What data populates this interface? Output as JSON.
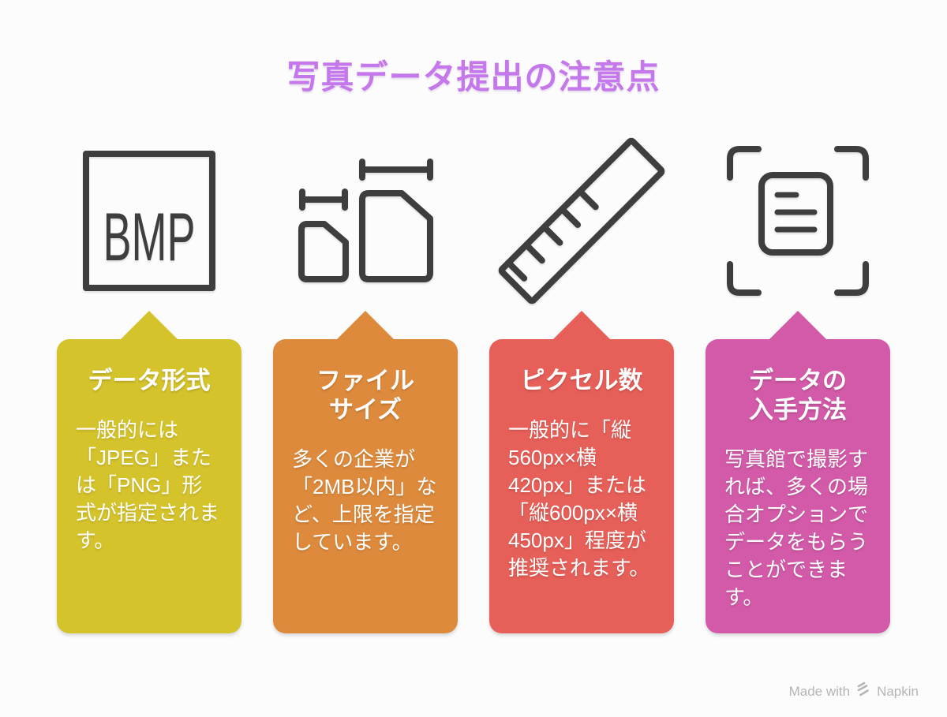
{
  "background_color": "#fcfcfc",
  "title": {
    "text": "写真データ提出の注意点",
    "color": "#c478eb"
  },
  "icon_color": "#3e3e3e",
  "columns": [
    {
      "name": "data-format",
      "icon": "bmp-image-format-icon",
      "icon_text": "BMP",
      "color": "#d5c32c",
      "heading": "データ形式",
      "body": "一般的には「JPEG」または「PNG」形式が指定されます。"
    },
    {
      "name": "file-size",
      "icon": "file-size-compare-icon",
      "color": "#dd8a3c",
      "heading": "ファイル\nサイズ",
      "body": "多くの企業が「2MB以内」など、上限を指定しています。"
    },
    {
      "name": "pixel-count",
      "icon": "ruler-icon",
      "color": "#e65f58",
      "heading": "ピクセル数",
      "body": "一般的に「縦560px×横420px」または「縦600px×横450px」程度が推奨されます。"
    },
    {
      "name": "data-acquisition",
      "icon": "document-scan-icon",
      "color": "#d25aa8",
      "heading": "データの\n入手方法",
      "body": "写真館で撮影すれば、多くの場合オプションでデータをもらうことができます。"
    }
  ],
  "footer": {
    "made_with": "Made with",
    "brand": "Napkin",
    "color": "#b5b5b5"
  }
}
